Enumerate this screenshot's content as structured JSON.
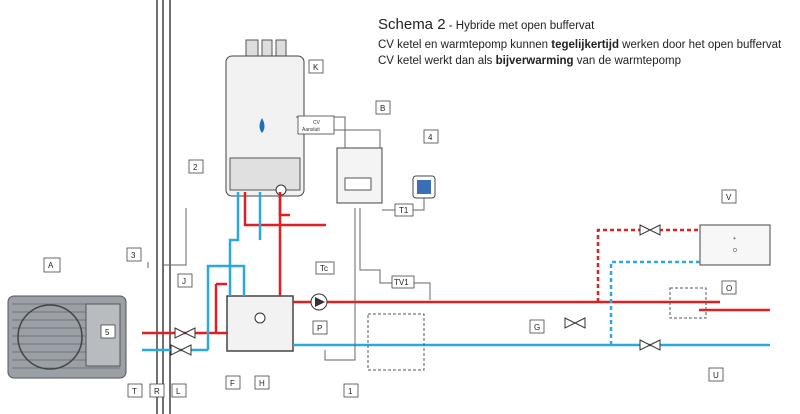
{
  "title": {
    "main": "Schema 2",
    "sub": " - Hybride met open buffervat"
  },
  "lines": [
    {
      "pre": "CV ketel en warmtepomp kunnen ",
      "bold": "tegelijkertijd",
      "post": " werken door het open buffervat"
    },
    {
      "pre": "CV ketel werkt dan als ",
      "bold": "bijverwarming",
      "post": " van de warmtepomp"
    }
  ],
  "labels": {
    "A": "A",
    "B": "B",
    "K": "K",
    "V": "V",
    "O": "O",
    "G": "G",
    "U": "U",
    "H": "H",
    "F": "F",
    "P": "P",
    "J": "J",
    "T": "T",
    "R": "R",
    "L": "L",
    "n1": "1",
    "n2": "2",
    "n3": "3",
    "n4": "4",
    "n5": "5",
    "T1": "T1",
    "Tc": "Tc",
    "TV1": "TV1",
    "cv_aansluit_1": "CV",
    "cv_aansluit_2": "Aansluit"
  },
  "colors": {
    "hot": "#e02020",
    "cold": "#2aa9e0",
    "line": "#333333",
    "dashed": "#888888"
  }
}
